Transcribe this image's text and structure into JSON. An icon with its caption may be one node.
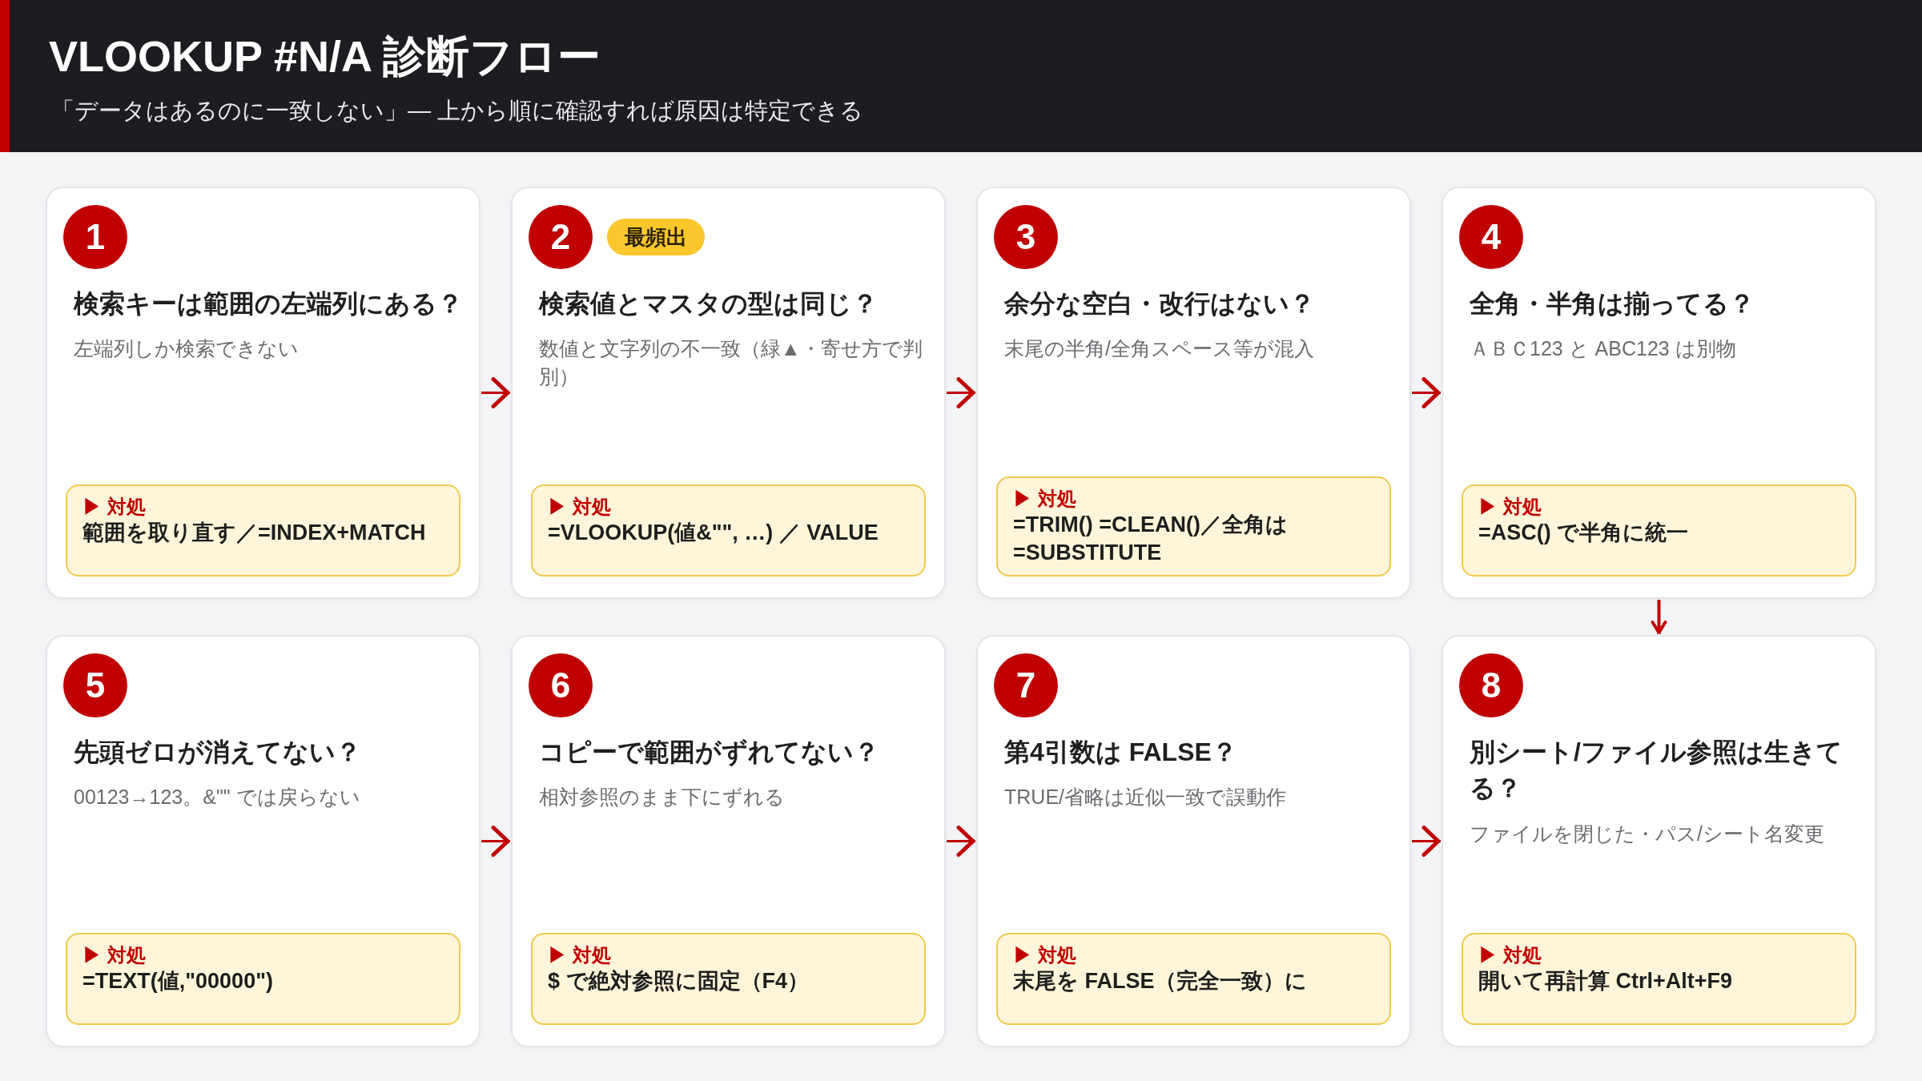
{
  "diagram": {
    "title": "VLOOKUP #N/A 診断フロー",
    "caption": "「データはあるのに一致しない」— 上から順に確認すれば原因は特定できる",
    "nodes": [
      {
        "text": [
          "検索キーは範囲の左端列にある？",
          "左端列しか検索できない"
        ]
      },
      {
        "text": [
          "1"
        ],
        "in": 0
      },
      {
        "text": [
          "▶ 対処",
          "範囲を取り直す／=INDEX+MATCH"
        ],
        "in": 0
      },
      {
        "text": [
          "検索値とマスタの型は同じ？",
          "数値と文字列の不一致（緑▲・寄せ方で判別）"
        ]
      },
      {
        "text": [
          "2"
        ],
        "in": 3
      },
      {
        "text": [
          "最頻出"
        ],
        "in": 3
      },
      {
        "text": [
          "▶ 対処",
          "=VLOOKUP(値&\"\", …) ／ VALUE"
        ],
        "in": 3
      },
      {
        "text": [
          "余分な空白・改行はない？",
          "末尾の半角/全角スペース等が混入"
        ]
      },
      {
        "text": [
          "3"
        ],
        "in": 7
      },
      {
        "text": [
          "▶ 対処",
          "=TRIM() =CLEAN()／全角は=SUBSTITUTE"
        ],
        "in": 7
      },
      {
        "text": [
          "全角・半角は揃ってる？",
          "ＡＢＣ123 と ABC123 は別物"
        ]
      },
      {
        "text": [
          "4"
        ],
        "in": 10
      },
      {
        "text": [
          "▶ 対処",
          "=ASC() で半角に統一"
        ],
        "in": 10
      },
      {
        "text": [
          "先頭ゼロが消えてない？",
          "00123→123。&\"\" では戻らない"
        ]
      },
      {
        "text": [
          "5"
        ],
        "in": 13
      },
      {
        "text": [
          "▶ 対処",
          "=TEXT(値,\"00000\")"
        ],
        "in": 13
      },
      {
        "text": [
          "コピーで範囲がずれてない？",
          "相対参照のまま下にずれる"
        ]
      },
      {
        "text": [
          "6"
        ],
        "in": 16
      },
      {
        "text": [
          "▶ 対処",
          "$ で絶対参照に固定（F4）"
        ],
        "in": 16
      },
      {
        "text": [
          "第4引数は FALSE？",
          "TRUE/省略は近似一致で誤動作"
        ]
      },
      {
        "text": [
          "7"
        ],
        "in": 19
      },
      {
        "text": [
          "▶ 対処",
          "末尾を FALSE（完全一致）に"
        ],
        "in": 19
      },
      {
        "text": [
          "別シート/ファイル参照は生きてる？",
          "ファイルを閉じた・パス/シート名変更"
        ]
      },
      {
        "text": [
          "8"
        ],
        "in": 22
      },
      {
        "text": [
          "▶ 対処",
          "開いて再計算 Ctrl+Alt+F9"
        ],
        "in": 22
      }
    ],
    "edges": [
      {
        "from": 0,
        "to": 3,
        "arrow": "to"
      },
      {
        "from": 3,
        "to": 7,
        "arrow": "to"
      },
      {
        "from": 7,
        "to": 10,
        "arrow": "to"
      },
      {
        "from": 10,
        "to": 22,
        "arrow": "to"
      },
      {
        "from": 13,
        "to": 16,
        "arrow": "to"
      },
      {
        "from": 16,
        "to": 19,
        "arrow": "to"
      },
      {
        "from": 19,
        "to": 22,
        "arrow": "to"
      }
    ]
  }
}
